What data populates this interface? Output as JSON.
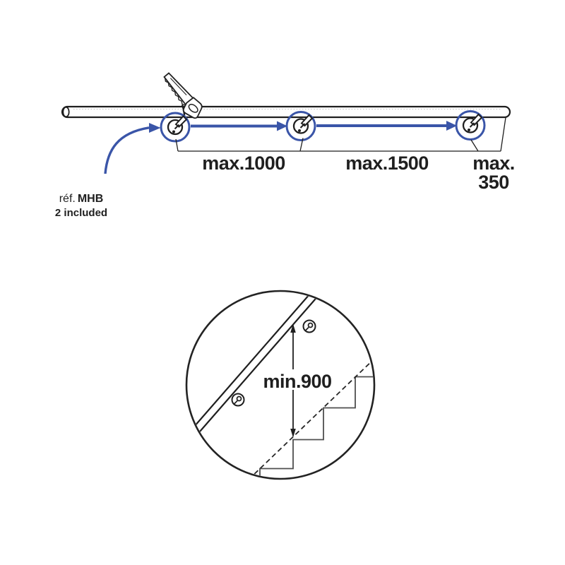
{
  "colors": {
    "accent_blue": "#3A55A8",
    "line_dark": "#1F1F1F",
    "stairs_gray": "#4F4F4F",
    "background": "#FFFFFF"
  },
  "handrail_diagram": {
    "spacing_labels": [
      "max.1000",
      "max.1500"
    ],
    "end_spacing_label": {
      "line1": "max.",
      "line2": "350"
    },
    "bracket_reference": {
      "prefix": "réf.",
      "code": "MHB",
      "quantity_note": "2 included"
    },
    "bracket_count": 3
  },
  "stair_detail": {
    "height_label": "min.900"
  }
}
